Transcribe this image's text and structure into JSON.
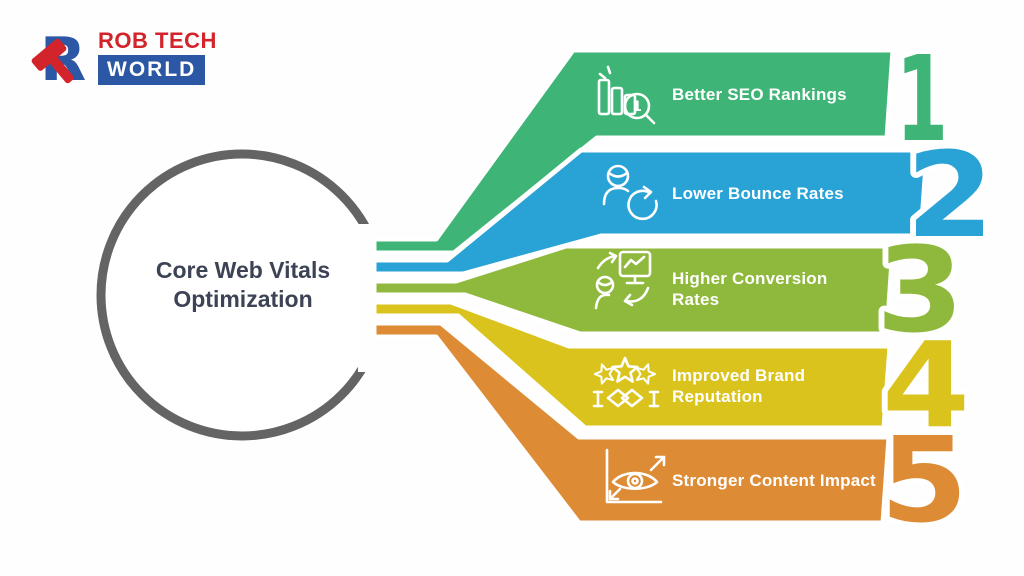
{
  "logo": {
    "monogram": "R",
    "brand_top": "ROB TECH",
    "brand_bottom": "WORLD"
  },
  "center": {
    "title": "Core Web Vitals Optimization"
  },
  "items": [
    {
      "number": "1",
      "label": "Better SEO Rankings",
      "color": "#3eb576",
      "icon": "bar-chart-magnifier-icon"
    },
    {
      "number": "2",
      "label": "Lower Bounce Rates",
      "color": "#29a2d6",
      "icon": "user-refresh-icon"
    },
    {
      "number": "3",
      "label": "Higher Conversion Rates",
      "color": "#8fb93c",
      "icon": "conversion-monitor-user-icon"
    },
    {
      "number": "4",
      "label": "Improved Brand Reputation",
      "color": "#d9c31c",
      "icon": "stars-handshake-icon"
    },
    {
      "number": "5",
      "label": "Stronger Content Impact",
      "color": "#dd8b35",
      "icon": "eye-growth-chart-icon"
    }
  ],
  "colors": {
    "background": "#fefefe",
    "circle_border": "#646464",
    "title_text": "#3c4355",
    "label_text": "#ffffff",
    "logo_red": "#d3232b",
    "logo_blue": "#2b57a5",
    "ribbon_outline": "#ffffff"
  }
}
